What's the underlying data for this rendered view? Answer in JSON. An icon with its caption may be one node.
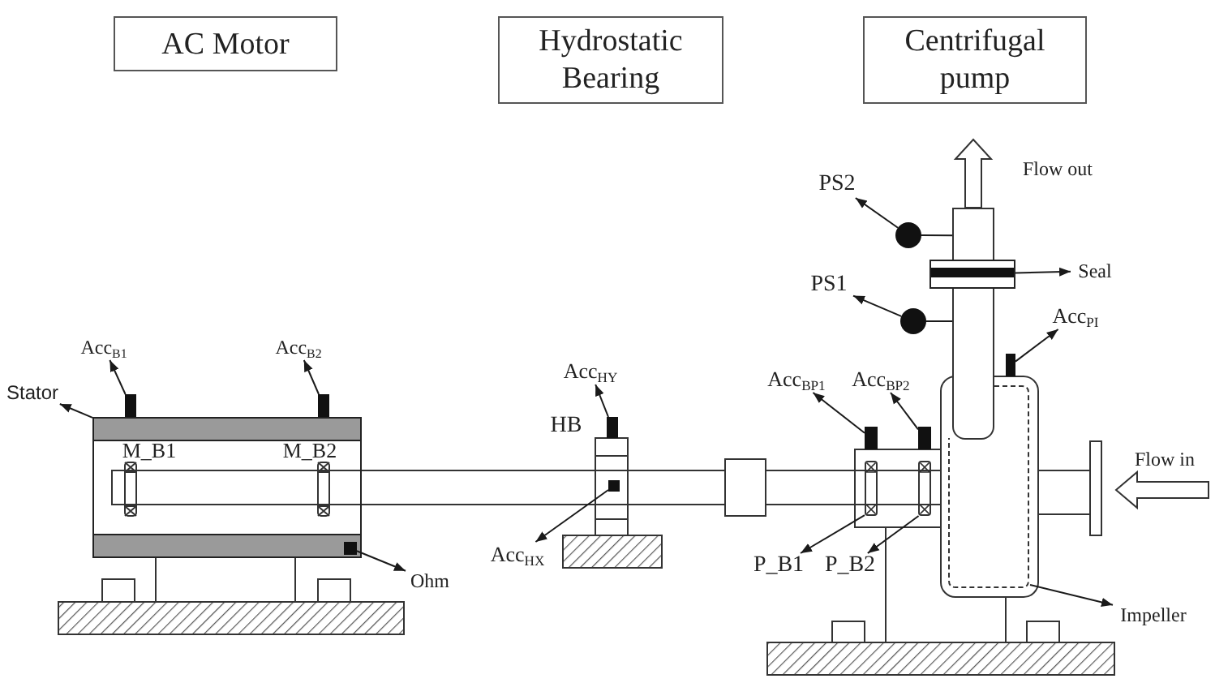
{
  "diagram": {
    "nodes": [
      {
        "text": [
          "AC Motor"
        ]
      },
      {
        "text": [
          "Hydrostatic Bearing"
        ]
      },
      {
        "text": [
          "Centrifugal pump"
        ]
      },
      {
        "text": [
          "Stator"
        ]
      },
      {
        "text": [],
        "shape": "box"
      },
      {
        "text": [
          "Acc$_{B1}$"
        ]
      },
      {
        "text": [],
        "shape": "box"
      },
      {
        "text": [
          "Acc$_{B2}$"
        ]
      },
      {
        "text": [],
        "shape": "box"
      },
      {
        "text": [],
        "shape": "box",
        "in": 4
      },
      {
        "text": [
          "Ohm"
        ]
      },
      {
        "text": [
          "Acc$_{HY}$"
        ]
      },
      {
        "text": [],
        "shape": "box"
      },
      {
        "text": [],
        "shape": "box"
      },
      {
        "text": [
          "Acc$_{HX}$"
        ]
      },
      {
        "text": [
          "PS2"
        ]
      },
      {
        "text": [],
        "shape": "circle"
      },
      {
        "text": [],
        "shape": "bar"
      },
      {
        "text": [
          "Seal"
        ]
      },
      {
        "text": [
          "PS1"
        ]
      },
      {
        "text": [],
        "shape": "circle"
      },
      {
        "text": [
          "Acc$_{PI}$"
        ]
      },
      {
        "text": [],
        "shape": "box"
      },
      {
        "text": [
          "Acc$_{BP1}$"
        ]
      },
      {
        "text": [
          "Acc$_{BP2}$"
        ]
      },
      {
        "text": [],
        "shape": "box"
      },
      {
        "text": [],
        "shape": "box"
      },
      {
        "text": [],
        "shape": "box"
      },
      {
        "text": [],
        "shape": "box"
      },
      {
        "text": [
          "P_B1"
        ]
      },
      {
        "text": [
          "P_B2"
        ]
      },
      {
        "text": [],
        "shape": "box"
      },
      {
        "text": [
          "Impeller"
        ]
      },
      {
        "text": [],
        "shape": "box"
      }
    ],
    "edges": [
      {
        "from": 4,
        "to": 3,
        "arrow": "to"
      },
      {
        "from": 6,
        "to": 5,
        "arrow": "to"
      },
      {
        "from": 8,
        "to": 7,
        "arrow": "to"
      },
      {
        "from": 9,
        "to": 10,
        "arrow": "to"
      },
      {
        "from": 12,
        "to": 11,
        "arrow": "to"
      },
      {
        "from": 13,
        "to": 14,
        "arrow": "to"
      },
      {
        "from": 16,
        "to": 15,
        "arrow": "to"
      },
      {
        "from": 17,
        "to": 18,
        "arrow": "to"
      },
      {
        "from": 20,
        "to": 19,
        "arrow": "to"
      },
      {
        "from": 22,
        "to": 21,
        "arrow": "to"
      },
      {
        "from": 25,
        "to": 23,
        "arrow": "to"
      },
      {
        "from": 26,
        "to": 24,
        "arrow": "to"
      },
      {
        "from": 27,
        "to": 29,
        "arrow": "to"
      },
      {
        "from": 28,
        "to": 30,
        "arrow": "to"
      },
      {
        "from": 31,
        "to": 32,
        "arrow": "to"
      },
      {
        "from": 16,
        "to": 33,
        "arrow": "none"
      },
      {
        "from": 20,
        "to": 33,
        "arrow": "none"
      },
      {
        "from": 33,
        "to": null,
        "arrow": "to",
        "style": "thick"
      }
    ],
    "labels": [
      "Flow out",
      "HB",
      "M_B1",
      "M_B2",
      "Flow in"
    ]
  }
}
